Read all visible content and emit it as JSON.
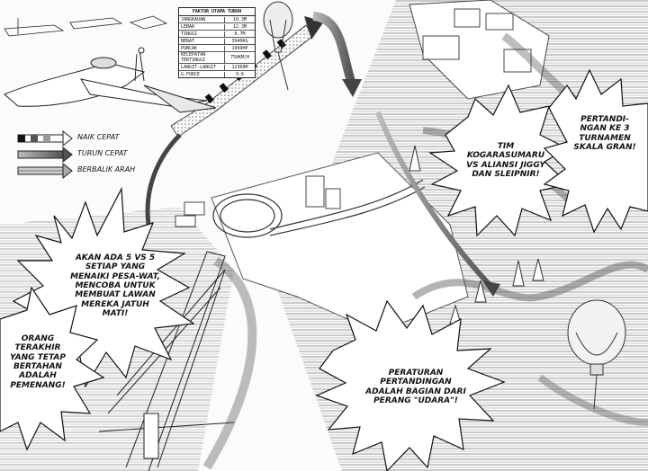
{
  "spec_table": {
    "title": "FAKTOR UTAMA TUBUH",
    "rows": [
      {
        "key": "JANGKAUAN",
        "value": "10.3M"
      },
      {
        "key": "LEBAR",
        "value": "12.3M"
      },
      {
        "key": "TINGGI",
        "value": "6.7M"
      },
      {
        "key": "BERAT",
        "value": "3940KG"
      },
      {
        "key": "PUNCAK",
        "value": "1999HP"
      },
      {
        "key": "KECEPATAN TERTINGGI",
        "value": "750KM/H"
      },
      {
        "key": "LANGIT-LANGIT",
        "value": "12360M"
      },
      {
        "key": "G-FORCE",
        "value": "9.6"
      }
    ]
  },
  "legend": {
    "items": [
      {
        "label": "NAIK CEPAT",
        "icon": "checkered-arrow-icon"
      },
      {
        "label": "TURUN CEPAT",
        "icon": "gray-arrow-icon"
      },
      {
        "label": "BERBALIK ARAH",
        "icon": "striped-arrow-icon"
      }
    ]
  },
  "bubbles": {
    "rule_5v5": "AKAN ADA 5 VS 5 SETIAP YANG MENAIKI PESA-WAT, MENCOBA UNTUK MEMBUAT LAWAN MEREKA JATUH MATI!",
    "last_standing": "ORANG TERAKHIR YANG TETAP BERTAHAN ADALAH PEMENANG!",
    "teams": "TIM KOGARASUMARU VS ALIANSI JIGGY DAN SLEIPNIR!",
    "round": "PERTANDI-NGAN KE 3 TURNAMEN SKALA GRAN!",
    "rules": "PERATURAN PERTANDINGAN ADALAH BAGIAN DARI PERANG \"UDARA\"!"
  },
  "colors": {
    "ink": "#111111",
    "paper": "#fbfbfb",
    "tone": "#8a8a8a"
  }
}
